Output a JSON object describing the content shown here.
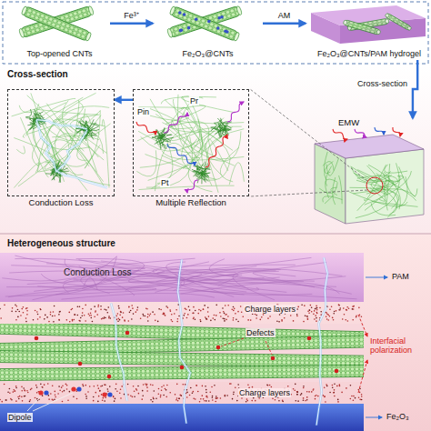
{
  "diagram": {
    "nodes": [
      {
        "text": [
          "Top-opened CNTs"
        ]
      },
      {
        "text": [
          "Fe₂O₃@CNTs"
        ]
      },
      {
        "text": [
          "Fe₂O₃@CNTs/PAM hydrogel"
        ]
      },
      {
        "text": [
          "Cross-section"
        ]
      },
      {
        "text": [
          "Conduction Loss"
        ],
        "in": 3
      },
      {
        "text": [
          "Multiple Reflection"
        ],
        "in": 3
      },
      {
        "text": [
          "EMW"
        ],
        "in": 3
      },
      {
        "text": [
          "Heterogeneous structure"
        ]
      },
      {
        "text": [
          "Conduction Loss"
        ],
        "in": 7
      }
    ],
    "edges": [
      {
        "from": 0,
        "to": 1,
        "label": "Fe³⁺",
        "arrow": "to"
      },
      {
        "from": 1,
        "to": 2,
        "label": "AM",
        "arrow": "to"
      },
      {
        "from": 2,
        "to": 6,
        "label": "Cross-section",
        "arrow": "to"
      },
      {
        "from": 5,
        "to": 4,
        "arrow": "to"
      }
    ],
    "labels": [
      "Pin",
      "Pr",
      "Pt",
      "Defects",
      "Charge layers",
      "Charge layers",
      "Interfacial polarization",
      "Dipole",
      "PAM",
      "Fe₂O₃"
    ]
  }
}
